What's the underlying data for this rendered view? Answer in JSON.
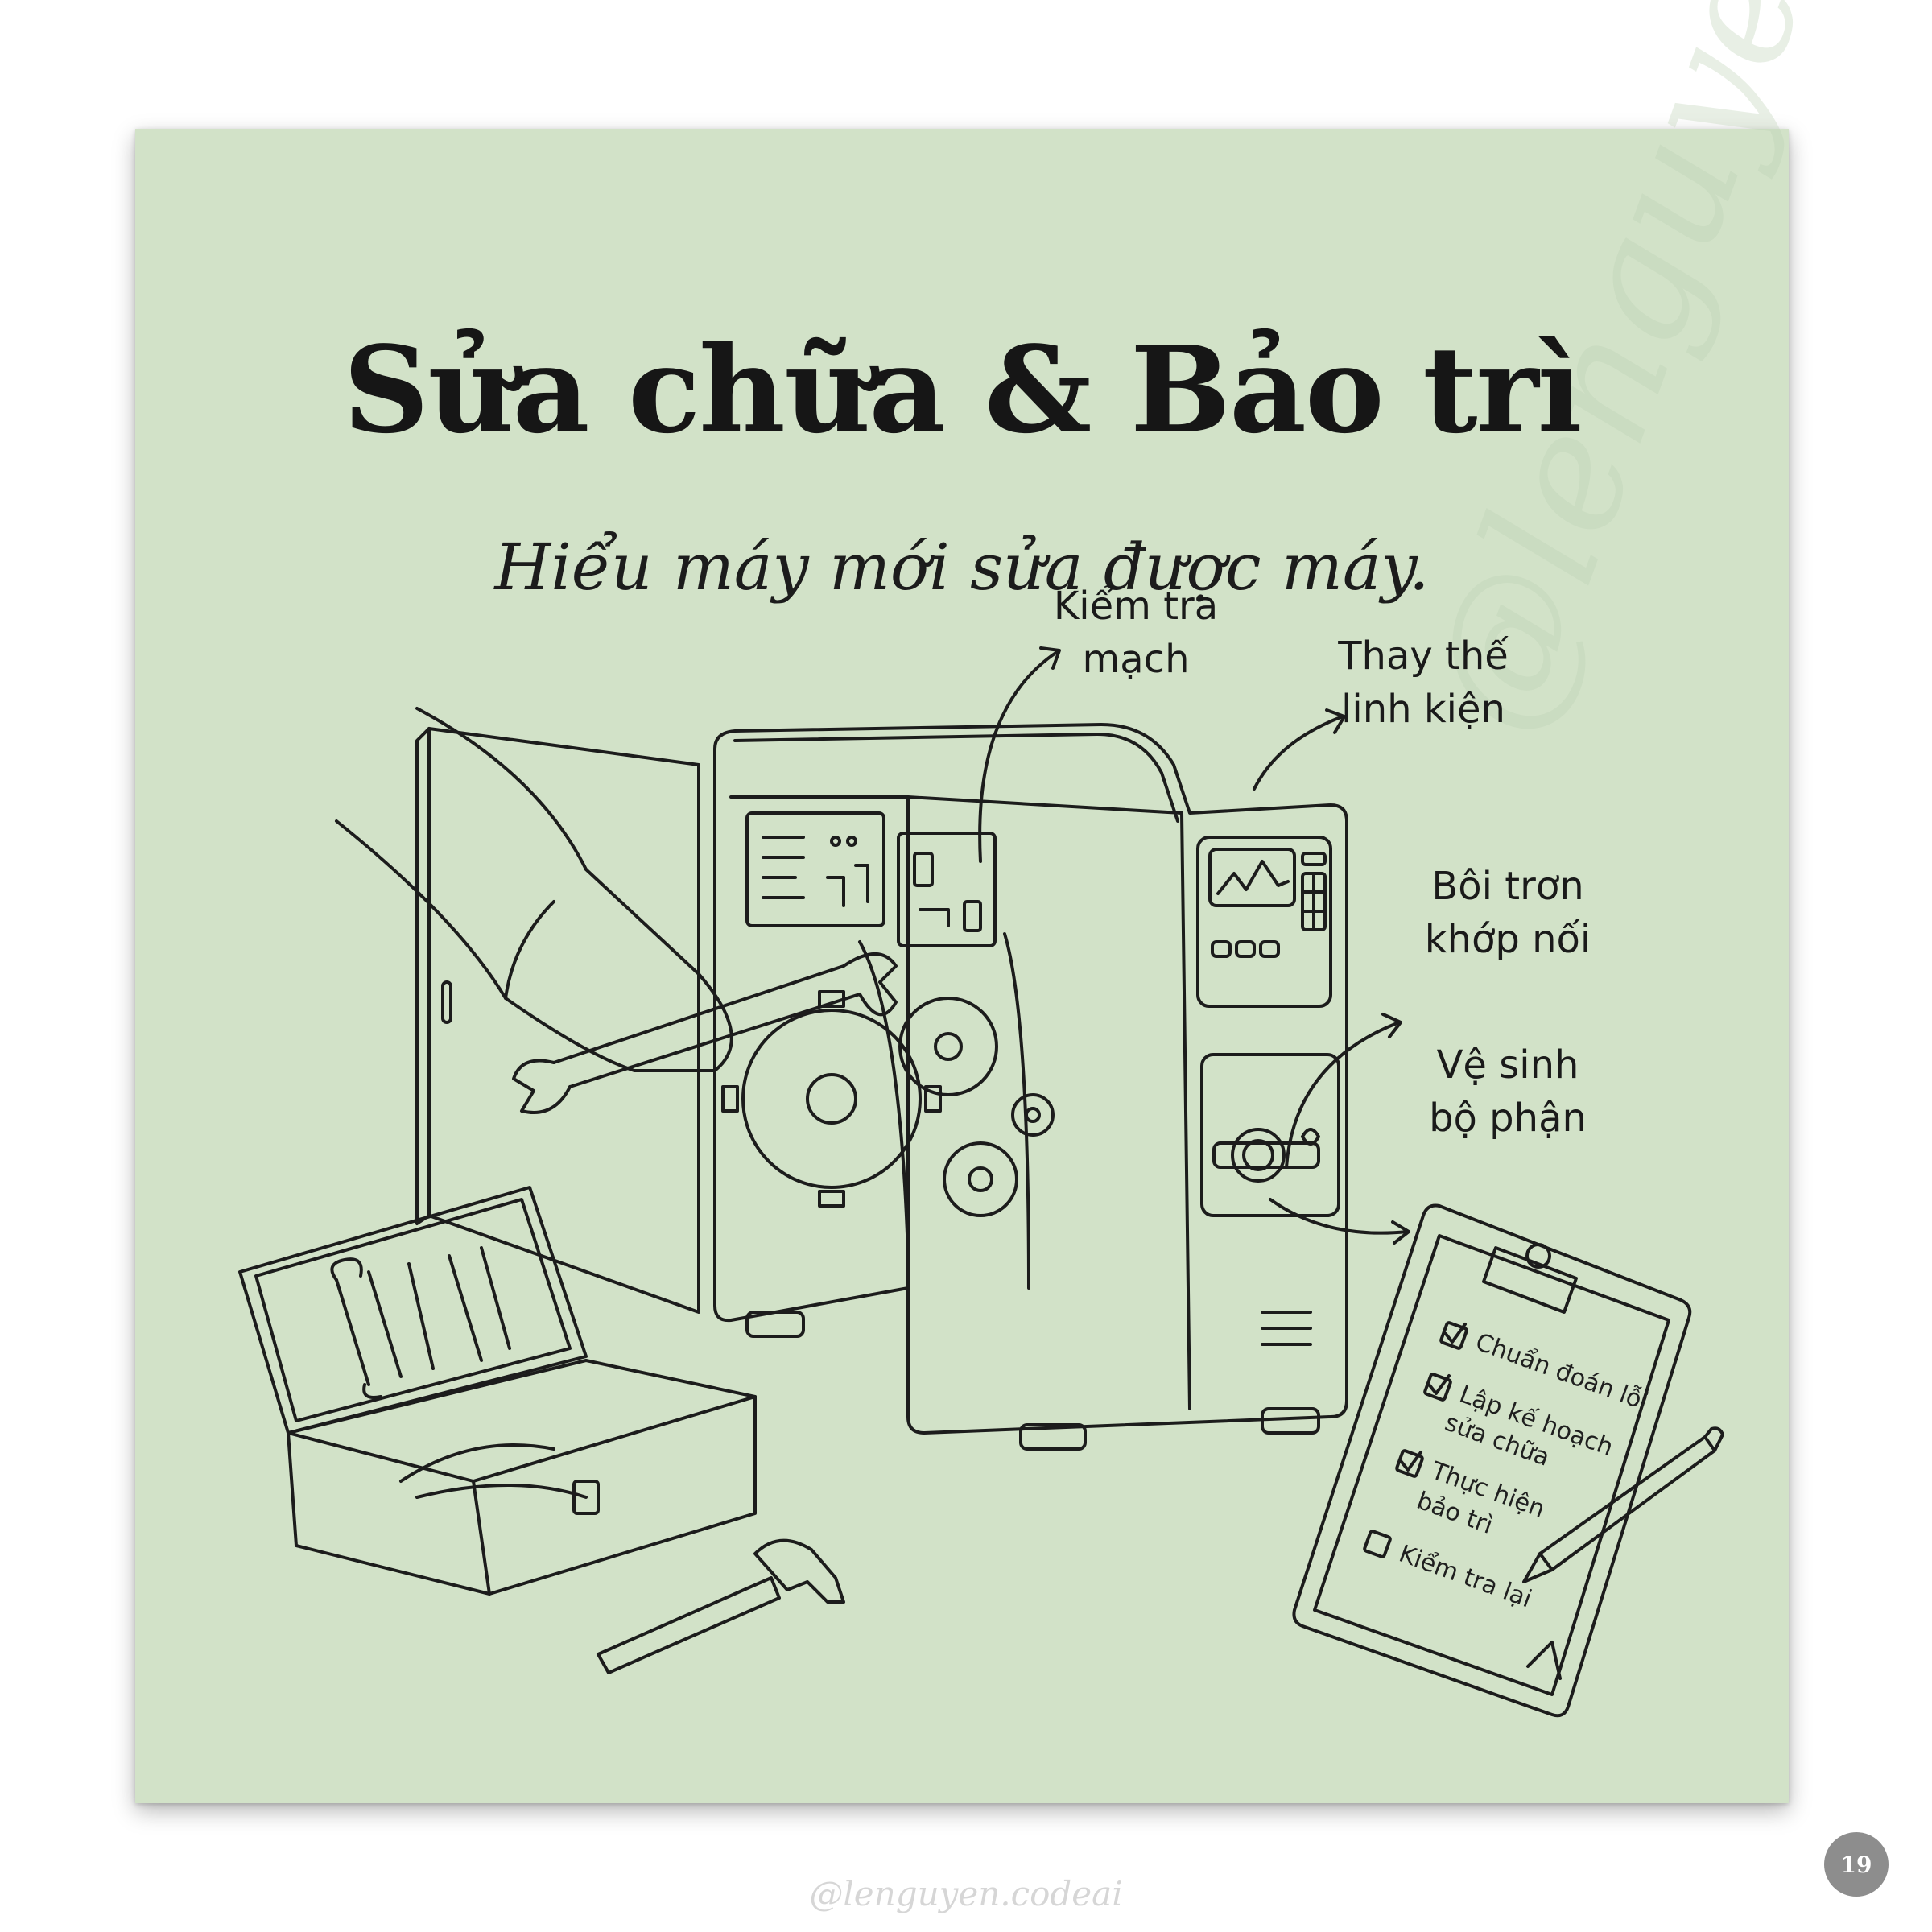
{
  "page": {
    "title": "Sửa chữa & Bảo trì",
    "subtitle": "Hiểu máy mới sửa được máy.",
    "handle": "@lenguyen.codeai",
    "page_number": "19",
    "watermark": "@lenguyen.codeai"
  },
  "callouts": {
    "check_circuit": [
      "Kiểm tra",
      "mạch"
    ],
    "replace_parts": [
      "Thay thế",
      "linh kiện"
    ],
    "lubricate": [
      "Bôi trơn",
      "khớp nối"
    ],
    "clean": [
      "Vệ sinh",
      "bộ phận"
    ]
  },
  "checklist": {
    "items": [
      {
        "lines": [
          "Chuẩn đoán lỗi"
        ],
        "checked": true
      },
      {
        "lines": [
          "Lập kế hoạch",
          "sửa chữa"
        ],
        "checked": true
      },
      {
        "lines": [
          "Thực hiện",
          "bảo trì"
        ],
        "checked": true
      },
      {
        "lines": [
          "Kiểm tra lại"
        ],
        "checked": false
      }
    ]
  },
  "colors": {
    "card_background": "#d2e2c8",
    "ink": "#1a1a1a",
    "page_badge": "#8d8d8d"
  }
}
